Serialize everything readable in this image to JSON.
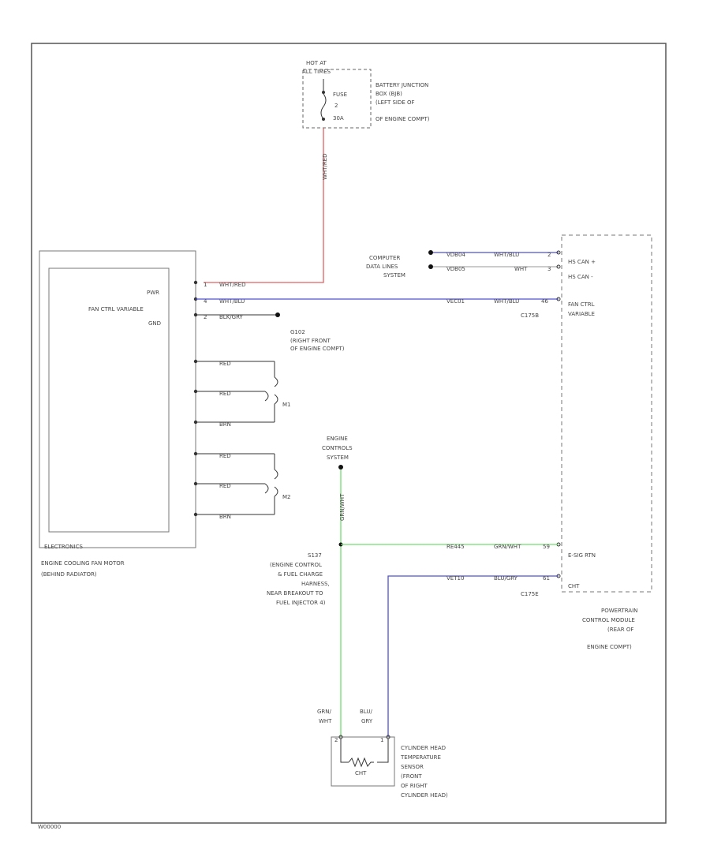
{
  "colors": {
    "frame": "#555555",
    "red_wire": "#e06060",
    "blue_wire": "#5050d0",
    "green_wire": "#70dd70",
    "black_wire": "#333333"
  },
  "power": {
    "hot_line1": "HOT AT",
    "hot_line2": "ALL TIMES",
    "fuse_line1": "FUSE",
    "fuse_line2": "2",
    "fuse_line3": "30A",
    "bjb_line1": "BATTERY JUNCTION",
    "bjb_line2": "BOX (BJB)",
    "bjb_line3": "(LEFT SIDE OF",
    "bjb_line4": "OF ENGINE COMPT)",
    "wire_color": "WHT/RED"
  },
  "fan_motor": {
    "pin_pwr": "PWR",
    "pin_fan_ctrl": "FAN CTRL VARIABLE",
    "pin_gnd": "GND",
    "pin1": "1",
    "pin4": "4",
    "pin2": "2",
    "wire_pwr": "WHT/RED",
    "wire_ctrl": "WHT/BLU",
    "wire_gnd": "BLK/GRY",
    "ground_id": "G102",
    "ground_line1": "(RIGHT FRONT",
    "ground_line2": "OF ENGINE COMPT)",
    "module_label": "ELECTRONICS",
    "name_line1": "ENGINE COOLING FAN MOTOR",
    "name_line2": "(BEHIND RADIATOR)",
    "m1_label": "M1",
    "m2_label": "M2",
    "motor_wire_labels": [
      "RED",
      "RED",
      "BRN",
      "RED",
      "RED",
      "BRN"
    ]
  },
  "network": {
    "line1": "COMPUTER",
    "line2": "DATA LINES",
    "line3": "SYSTEM",
    "circuit_a": "VDB04",
    "circuit_b": "VDB05",
    "wire_a": "WHT/BLU",
    "wire_b": "WHT",
    "pin_a": "2",
    "pin_b": "3",
    "ctrl_circuit": "VEC01",
    "ctrl_wire": "WHT/BLU",
    "ctrl_pin": "46",
    "connector": "C175B"
  },
  "engine_controls": {
    "line1": "ENGINE",
    "line2": "CONTROLS",
    "line3": "SYSTEM",
    "wire": "GRN/WHT",
    "splice_id": "S137",
    "splice_line1": "(ENGINE CONTROL",
    "splice_line2": "& FUEL CHARGE",
    "splice_line3": "HARNESS,",
    "splice_line4": "NEAR BREAKOUT TO",
    "splice_line5": "FUEL INJECTOR 4)",
    "sig_circuit": "RE445",
    "sig_wire": "GRN/WHT",
    "sig_pin": "59",
    "ret_circuit": "VET10",
    "ret_wire": "BLU/GRY",
    "ret_pin": "61",
    "connector": "C175E"
  },
  "pcm": {
    "pin_hs_can_plus": "HS CAN +",
    "pin_hs_can_minus": "HS CAN -",
    "pin_fan_ctrl_line1": "FAN CTRL",
    "pin_fan_ctrl_line2": "VARIABLE",
    "pin_sig": "E-SIG RTN",
    "pin_cht": "CHT",
    "name_line1": "POWERTRAIN",
    "name_line2": "CONTROL MODULE",
    "name_line3": "(REAR OF",
    "name_line4": "ENGINE COMPT)"
  },
  "sensor": {
    "wire_left_line1": "GRN/",
    "wire_left_line2": "WHT",
    "wire_right_line1": "BLU/",
    "wire_right_line2": "GRY",
    "pin_left": "2",
    "pin_right": "1",
    "inner_label": "CHT",
    "name_line1": "CYLINDER HEAD",
    "name_line2": "TEMPERATURE",
    "name_line3": "SENSOR",
    "name_line4": "(FRONT",
    "name_line5": "OF RIGHT",
    "name_line6": "CYLINDER HEAD)"
  },
  "footer": {
    "code": "W00000"
  }
}
